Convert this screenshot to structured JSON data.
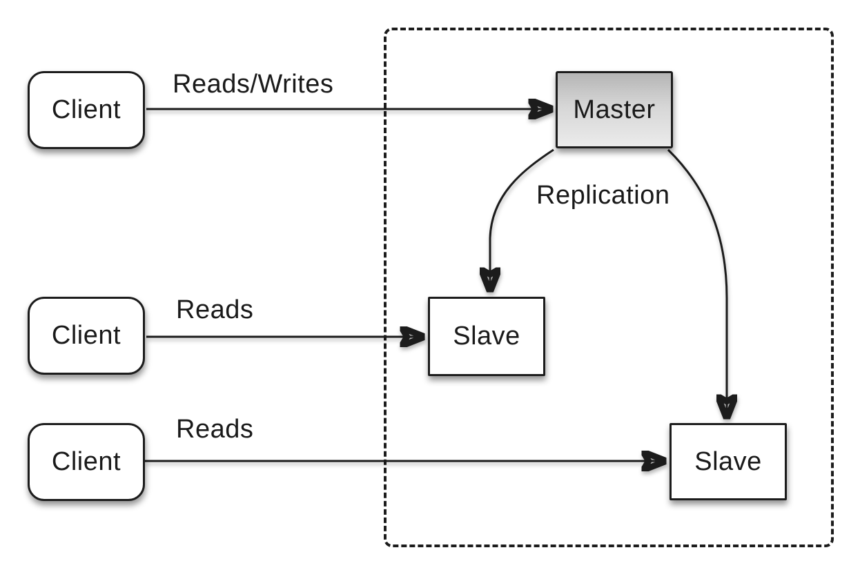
{
  "diagram": {
    "nodes": {
      "client1": {
        "label": "Client"
      },
      "client2": {
        "label": "Client"
      },
      "client3": {
        "label": "Client"
      },
      "master": {
        "label": "Master"
      },
      "slave1": {
        "label": "Slave"
      },
      "slave2": {
        "label": "Slave"
      }
    },
    "edge_labels": {
      "client1_to_master": "Reads/Writes",
      "client2_to_slave1": "Reads",
      "client3_to_slave2": "Reads",
      "master_to_slaves": "Replication"
    }
  },
  "colors": {
    "line": "#1c1c1c",
    "node_border": "#1c1c1c",
    "node_fill": "#ffffff",
    "master_gradient_top": "#b5b5b5",
    "master_gradient_bottom": "#ebebeb",
    "text": "#1a1a1a",
    "background": "#ffffff"
  }
}
